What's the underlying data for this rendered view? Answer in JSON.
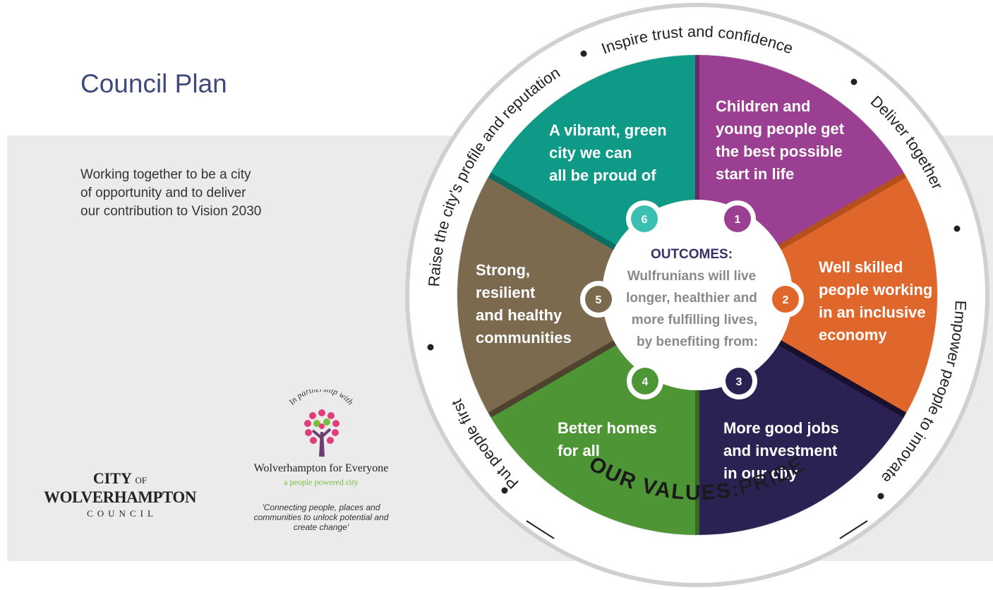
{
  "header": {
    "title": "Council Plan",
    "intro_lines": [
      "Working together to be a city",
      "of opportunity and to deliver",
      "our contribution to Vision 2030"
    ]
  },
  "logos": {
    "council": {
      "line1": "CITY",
      "line1_of": "OF",
      "line2": "WOLVERHAMPTON",
      "line3": "COUNCIL"
    },
    "partnership": {
      "arc_text": "In partnership with",
      "name": "Wolverhampton for Everyone",
      "tagline": "a people powered city",
      "quote_lines": [
        "'Connecting people, places and",
        "communities to unlock potential and",
        "create change'"
      ]
    }
  },
  "wheel": {
    "hub": {
      "title": "OUTCOMES:",
      "lines": [
        "Wulfrunians will live",
        "longer, healthier and",
        "more fulfilling lives,",
        "by benefiting from:"
      ]
    },
    "segments": [
      {
        "number": "1",
        "color": "#9b3f92",
        "lines": [
          "Children and",
          "young people get",
          "the best possible",
          "start in life"
        ]
      },
      {
        "number": "2",
        "color": "#e0672b",
        "lines": [
          "Well skilled",
          "people working",
          "in an inclusive",
          "economy"
        ]
      },
      {
        "number": "3",
        "color": "#2c2153",
        "lines": [
          "More good jobs",
          "and investment",
          "in our city"
        ]
      },
      {
        "number": "4",
        "color": "#4e9535",
        "lines": [
          "Better homes",
          "for all"
        ]
      },
      {
        "number": "5",
        "color": "#7b6a4d",
        "lines": [
          "Strong,",
          "resilient",
          "and healthy",
          "communities"
        ]
      },
      {
        "number": "6",
        "color": "#0f9a88",
        "number_color": "#3bbfb0",
        "lines": [
          "A vibrant, green",
          "city we can",
          "all be proud of"
        ]
      }
    ],
    "ring_phrases": [
      "Inspire trust and confidence",
      "Deliver together",
      "Empower people to innovate",
      "Put people first",
      "Raise the city's profile and reputation"
    ],
    "values_label": "OUR VALUES:",
    "values_word": "PRIDE"
  }
}
